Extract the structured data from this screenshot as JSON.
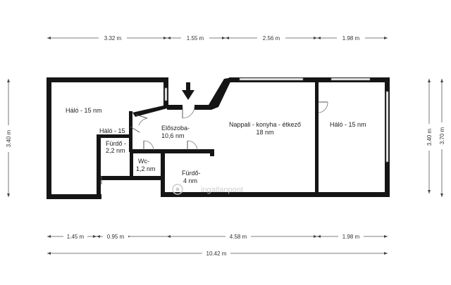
{
  "dimensions": {
    "top": [
      "3.32 m",
      "1.55 m",
      "2.56 m",
      "1.98 m"
    ],
    "bottom": [
      "1.45 m",
      "0.95 m",
      "4.58 m",
      "1.98 m"
    ],
    "total": "10.42 m",
    "left": "3.40 m",
    "right_inner": "3.40 m",
    "right_outer": "3.70 m"
  },
  "rooms": {
    "halo_left": "Háló - 15 nm",
    "halo_small": "Háló - 15",
    "furdo_small": [
      "Fürdő -",
      "2,2 nm"
    ],
    "eloszoba": [
      "Előszoba-",
      "10,6 nm"
    ],
    "wc": [
      "Wc-",
      "1,2 nm"
    ],
    "furdo_4": [
      "Fürdő-",
      "4 nm"
    ],
    "nappali": [
      "Nappali - konyha - étkező",
      "18 nm"
    ],
    "halo_right": "Háló - 15 nm"
  },
  "watermark": "ingatlanpont",
  "colors": {
    "wall": "#151515",
    "dimension": "#555555",
    "watermark": "#c9c9c9"
  },
  "icons": [
    "entrance-arrow-icon",
    "watermark-logo-icon"
  ]
}
